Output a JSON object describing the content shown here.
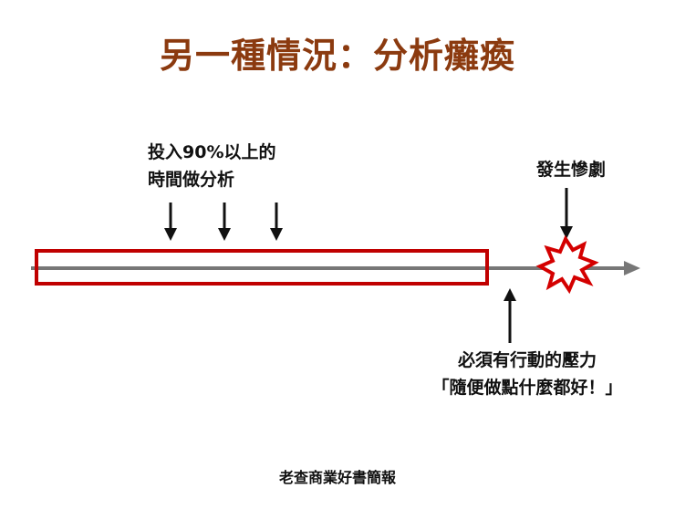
{
  "title": "另一種情況：分析癱瘓",
  "labels": {
    "analysis_line1": "投入90%以上的",
    "analysis_line2": "時間做分析",
    "tragedy": "發生慘劇",
    "pressure_line1": "必須有行動的壓力",
    "pressure_line2": "「隨便做點什麼都好！」"
  },
  "footer": "老查商業好書簡報",
  "colors": {
    "title": "#8b3a0f",
    "box": "#c00000",
    "timeline": "#777777",
    "burst": "#d40000"
  }
}
